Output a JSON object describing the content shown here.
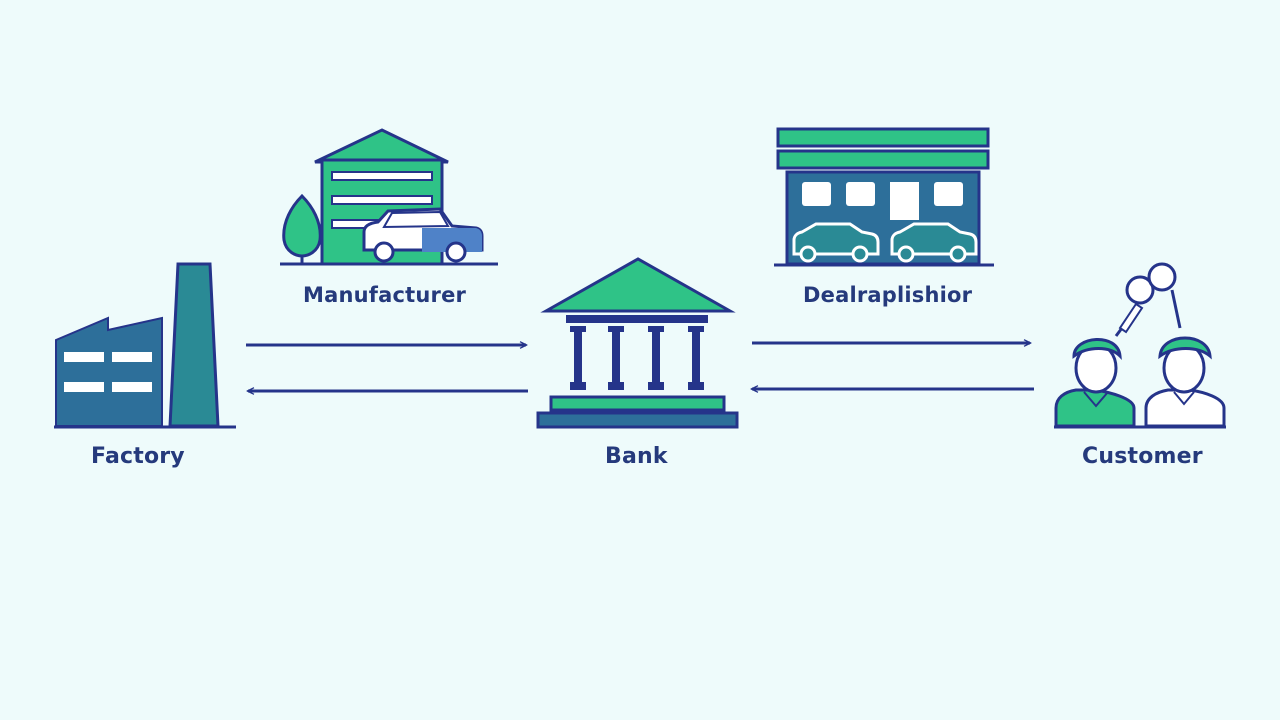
{
  "nodes": {
    "manufacturer": {
      "label": "Manufacturer"
    },
    "dealership": {
      "label": "Dealraplishior"
    },
    "factory": {
      "label": "Factory"
    },
    "bank": {
      "label": "Bank"
    },
    "customer": {
      "label": "Customer"
    }
  },
  "edges": [
    {
      "from": "factory",
      "to": "bank",
      "direction": "right"
    },
    {
      "from": "bank",
      "to": "factory",
      "direction": "left"
    },
    {
      "from": "bank",
      "to": "customer",
      "direction": "right"
    },
    {
      "from": "customer",
      "to": "bank",
      "direction": "left"
    }
  ],
  "colors": {
    "background": "#eefbfb",
    "navy": "#25348a",
    "teal": "#2a8a95",
    "green": "#2fc387",
    "blue": "#2d6f9a",
    "white": "#ffffff"
  },
  "icons": {
    "manufacturer": "warehouse-with-car-icon",
    "dealership": "dealership-storefront-icon",
    "factory": "factory-icon",
    "bank": "bank-building-icon",
    "customer": "customers-with-keys-icon"
  }
}
